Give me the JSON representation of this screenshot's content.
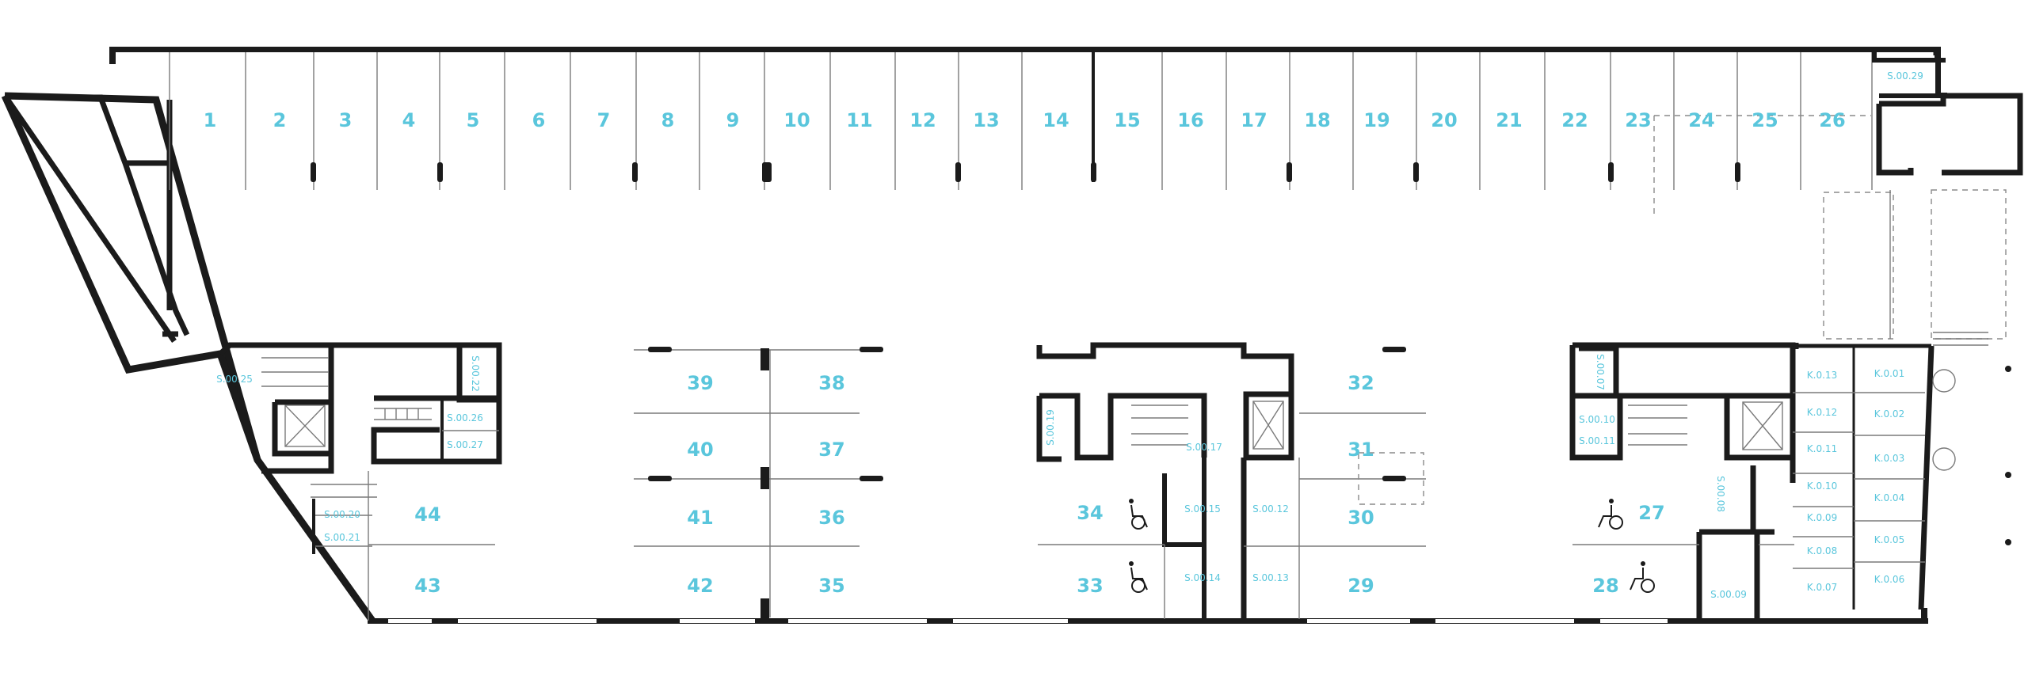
{
  "colors": {
    "wall": "#1b1b1b",
    "line": "#7a7a7a",
    "label": "#5ac6dc",
    "background": "#ffffff"
  },
  "icons": [
    "wheelchair-icon",
    "elevator-icon",
    "stairs-icon",
    "door-swing-icon",
    "column-icon"
  ],
  "parking_spaces": [
    "1",
    "2",
    "3",
    "4",
    "5",
    "6",
    "7",
    "8",
    "9",
    "10",
    "11",
    "12",
    "13",
    "14",
    "15",
    "16",
    "17",
    "18",
    "19",
    "20",
    "21",
    "22",
    "23",
    "24",
    "25",
    "26",
    "27",
    "28",
    "29",
    "30",
    "31",
    "32",
    "33",
    "34",
    "35",
    "36",
    "37",
    "38",
    "39",
    "40",
    "41",
    "42",
    "43",
    "44"
  ],
  "accessible_spaces": [
    "27",
    "28",
    "33",
    "34"
  ],
  "rooms": [
    "S.00.29",
    "S.00.25",
    "S.00.22",
    "S.00.26",
    "S.00.27",
    "S.00.20",
    "S.00.21",
    "S.00.19",
    "S.00.17",
    "S.00.15",
    "S.00.14",
    "S.00.12",
    "S.00.13",
    "S.00.07",
    "S.00.10",
    "S.00.11",
    "S.00.08",
    "S.00.09"
  ],
  "storage_cells": [
    "K.0.13",
    "K.0.12",
    "K.0.11",
    "K.0.10",
    "K.0.09",
    "K.0.08",
    "K.0.07",
    "K.0.01",
    "K.0.02",
    "K.0.03",
    "K.0.04",
    "K.0.05",
    "K.0.06"
  ]
}
